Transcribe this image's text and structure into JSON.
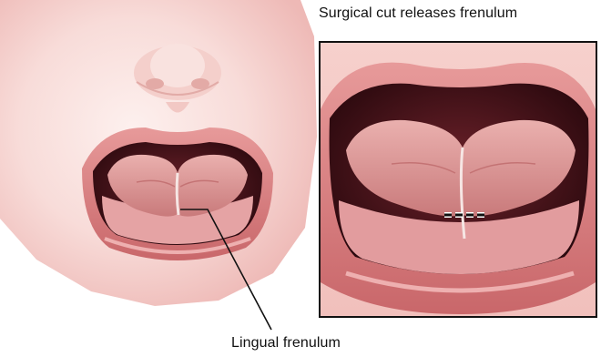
{
  "title": "Surgical cut releases frenulum",
  "callout": "Lingual frenulum",
  "colors": {
    "skin_light": "#fbe6e4",
    "skin_mid": "#f3c7c3",
    "lip": "#d97f80",
    "mouth_dark": "#3a0e14",
    "tongue": "#e3a0a0",
    "gum": "#e7a5a6",
    "frame": "#111111"
  },
  "icons": [
    "baby-face-illustration",
    "magnified-mouth-illustration",
    "cut-line-icon"
  ]
}
